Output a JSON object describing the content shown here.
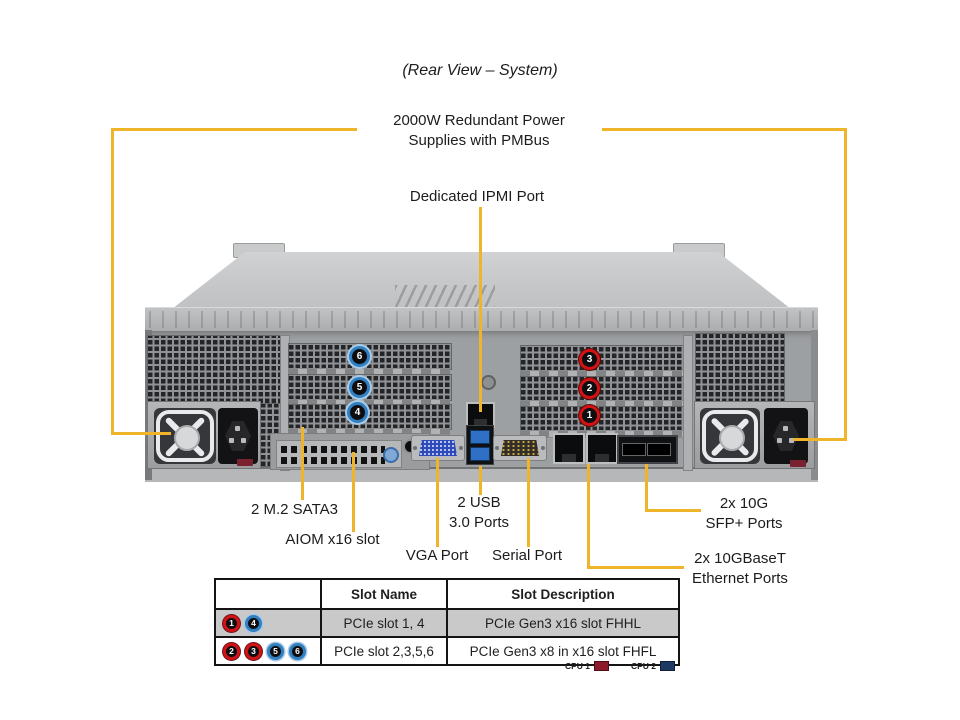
{
  "title": "(Rear View – System)",
  "labels": {
    "psu_line1": "2000W Redundant Power",
    "psu_line2": "Supplies with PMBus",
    "ipmi": "Dedicated IPMI Port",
    "m2": "2 M.2 SATA3",
    "aiom": "AIOM x16 slot",
    "usb_line1": "2 USB",
    "usb_line2": "3.0 Ports",
    "vga": "VGA Port",
    "serial": "Serial Port",
    "sfp_line1": "2x 10G",
    "sfp_line2": "SFP+ Ports",
    "tenbase_line1": "2x 10GBaseT",
    "tenbase_line2": "Ethernet Ports"
  },
  "chassis": {
    "left_slot_badges": [
      "6",
      "5",
      "4"
    ],
    "right_slot_badges": [
      "3",
      "2",
      "1"
    ]
  },
  "table": {
    "headers": [
      "",
      "Slot Name",
      "Slot Description"
    ],
    "rows": [
      {
        "badges": [
          {
            "n": "1",
            "color": "red"
          },
          {
            "n": "4",
            "color": "blue"
          }
        ],
        "name": "PCIe slot 1, 4",
        "desc": "PCIe Gen3 x16 slot FHHL"
      },
      {
        "badges": [
          {
            "n": "2",
            "color": "red"
          },
          {
            "n": "3",
            "color": "red"
          },
          {
            "n": "5",
            "color": "blue"
          },
          {
            "n": "6",
            "color": "blue"
          }
        ],
        "name": "PCIe slot 2,3,5,6",
        "desc": "PCIe Gen3 x8 in x16 slot FHFL"
      }
    ]
  },
  "legend": {
    "cpu1_label": "CPU 1",
    "cpu2_label": "CPU 2"
  },
  "colors": {
    "callout_yellow": "#F0B42B",
    "slot_red": "#D11315",
    "slot_blue": "#2F7FC1",
    "cpu1": "#8E1B2C",
    "cpu2": "#1E3A64",
    "table_row_gray": "#C9C9C9"
  }
}
